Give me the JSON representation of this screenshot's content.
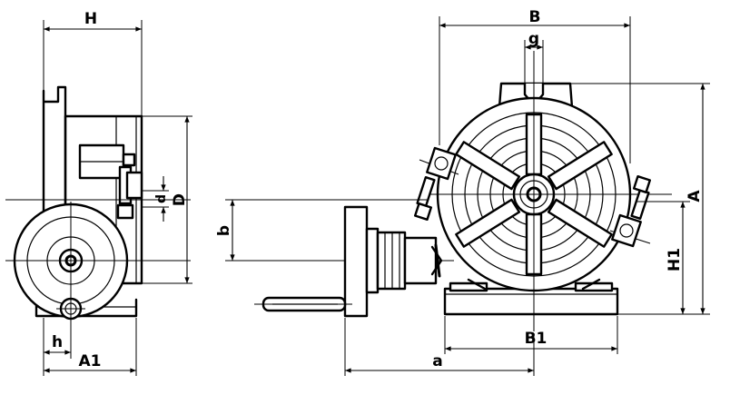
{
  "labels": {
    "H": "H",
    "D": "D",
    "d": "d",
    "h": "h",
    "A1": "A1",
    "B": "B",
    "g": "g",
    "A": "A",
    "H1": "H1",
    "b": "b",
    "B1": "B1",
    "a": "a"
  }
}
